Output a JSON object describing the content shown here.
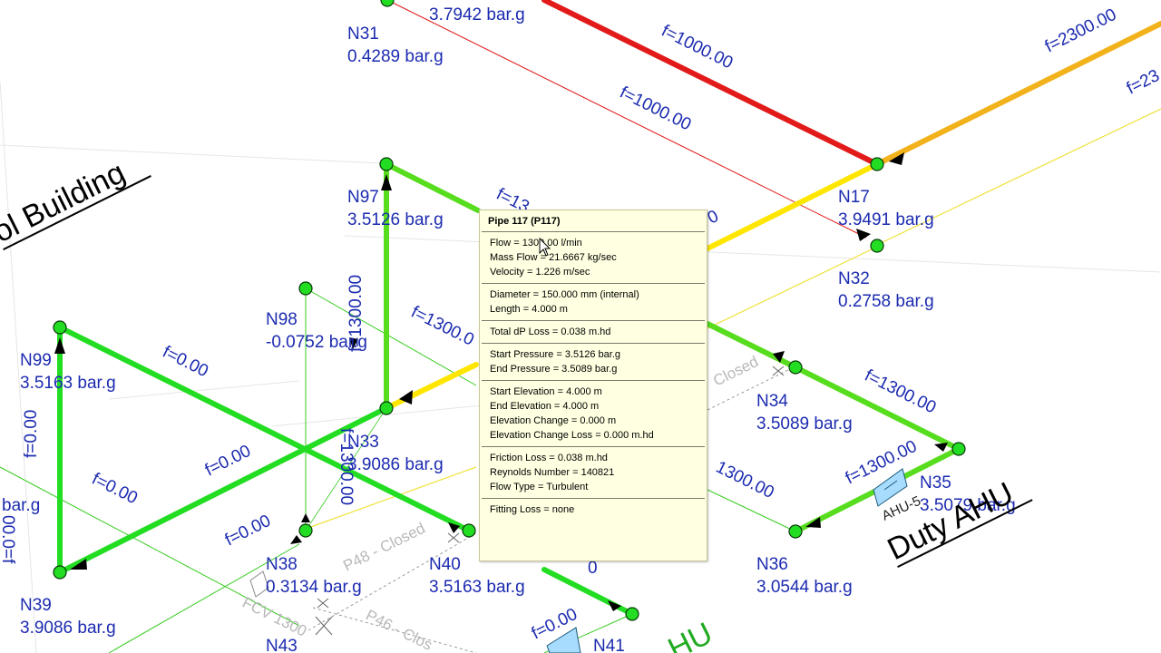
{
  "nodes": [
    {
      "id": "N31",
      "pressure": "0.4289 bar.g"
    },
    {
      "id": "N97",
      "pressure": "3.5126 bar.g"
    },
    {
      "id": "N17",
      "pressure": "3.9491 bar.g"
    },
    {
      "id": "N32",
      "pressure": "0.2758 bar.g"
    },
    {
      "id": "N98",
      "pressure": "-0.0752 bar.g"
    },
    {
      "id": "N99",
      "pressure": "3.5163 bar.g"
    },
    {
      "id": "N34",
      "pressure": "3.5089 bar.g"
    },
    {
      "id": "N33",
      "pressure": "3.9086 bar.g"
    },
    {
      "id": "N35",
      "pressure": "3.5079 bar.g"
    },
    {
      "id": "N36",
      "pressure": "3.0544 bar.g"
    },
    {
      "id": "N38",
      "pressure": "0.3134 bar.g"
    },
    {
      "id": "N40",
      "pressure": "3.5163 bar.g"
    },
    {
      "id": "N39",
      "pressure": "3.9086 bar.g"
    },
    {
      "id": "N43",
      "pressure": ""
    },
    {
      "id": "N41",
      "pressure": ""
    }
  ],
  "top_partial_pressure": "3.7942 bar.g",
  "left_partial_pressure": "bar.g",
  "flows": {
    "f1000_a": "f=1000.00",
    "f1000_b": "f=1000.00",
    "f2300": "f=2300.00",
    "f23_partial": "f=23",
    "f13_partial": "f=13",
    "f0_partial": "0",
    "f1300_vert": "f=1300.00",
    "f1300_vert2": "f=1300.00",
    "f1300_n33": "f=1300.0",
    "f1300_n34": "f=1300.00",
    "f1300_n36": "1300.00",
    "f1300_n35": "f=1300.00",
    "f0_n99a": "f=0.00",
    "f0_n99b": "f=0.00",
    "f0_vert": "f=0.00",
    "f0_mid": "f=0.00",
    "f0_n38": "f=0.00",
    "f0_bottom": "f=0.00",
    "f0_left": "00.0=f",
    "f0_n40": "0"
  },
  "ghost_labels": {
    "p48": "P48 - Closed",
    "p46": "P46 - Clos",
    "fcv": "FCV 1300",
    "closed_right": "Closed"
  },
  "buildings": {
    "school": "ol Building",
    "duty_ahu": "Duty AHU",
    "ahu_bottom": "HU"
  },
  "ahu": {
    "ahu5": "AHU-5"
  },
  "tooltip": {
    "title": "Pipe 117 (P117)",
    "sections": [
      [
        "Flow = 1300.00 l/min",
        "Mass Flow = 21.6667 kg/sec",
        "Velocity = 1.226 m/sec"
      ],
      [
        "Diameter = 150.000 mm (internal)",
        "Length = 4.000 m"
      ],
      [
        "Total dP Loss = 0.038 m.hd"
      ],
      [
        "Start Pressure = 3.5126 bar.g",
        "End Pressure = 3.5089 bar.g"
      ],
      [
        "Start Elevation = 4.000 m",
        "End Elevation = 4.000 m",
        "Elevation Change = 0.000 m",
        "Elevation Change Loss = 0.000 m.hd"
      ],
      [
        "Friction Loss = 0.038 m.hd",
        "Reynolds Number = 140821",
        "Flow Type = Turbulent"
      ],
      [
        "Fitting Loss = none"
      ]
    ]
  },
  "colors": {
    "pipe_green": "#57dd1e",
    "pipe_red": "#e21a1a",
    "pipe_orange": "#f2b21c",
    "pipe_yellow": "#ffe600",
    "thin_red": "#e01010",
    "thin_green": "#39cc22",
    "thin_yellow": "#efe23a",
    "node_fill": "#22dd22",
    "label_blue": "#1c2bb0",
    "tooltip_bg": "#ffffe1"
  }
}
